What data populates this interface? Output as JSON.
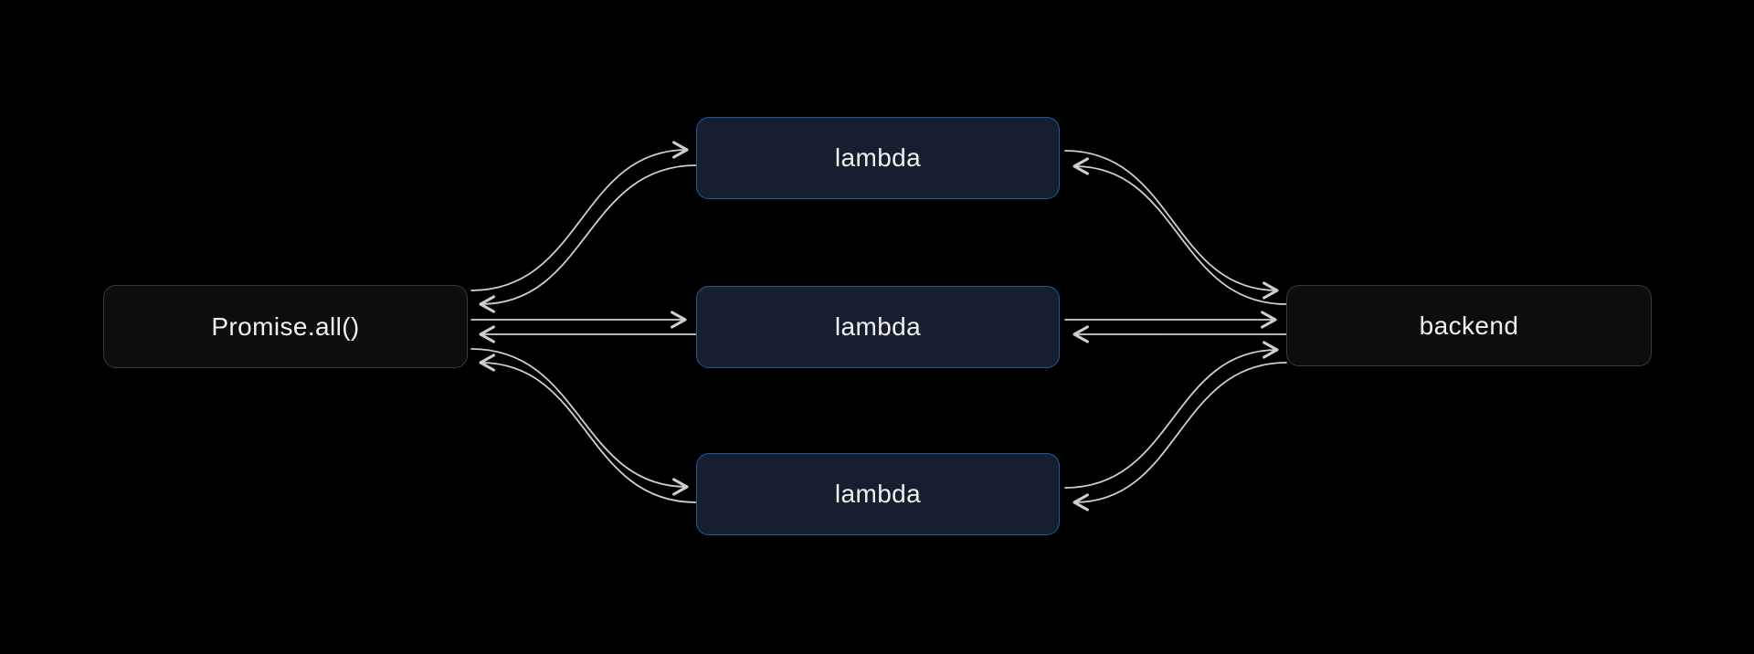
{
  "diagram": {
    "nodes": {
      "promise": {
        "label": "Promise.all()"
      },
      "lambda_top": {
        "label": "lambda"
      },
      "lambda_middle": {
        "label": "lambda"
      },
      "lambda_bottom": {
        "label": "lambda"
      },
      "backend": {
        "label": "backend"
      }
    },
    "edges": [
      {
        "from": "Promise.all()",
        "to": "lambda (top)",
        "direction": "bidirectional"
      },
      {
        "from": "Promise.all()",
        "to": "lambda (middle)",
        "direction": "bidirectional"
      },
      {
        "from": "Promise.all()",
        "to": "lambda (bottom)",
        "direction": "bidirectional"
      },
      {
        "from": "lambda (top)",
        "to": "backend",
        "direction": "bidirectional"
      },
      {
        "from": "lambda (middle)",
        "to": "backend",
        "direction": "bidirectional"
      },
      {
        "from": "lambda (bottom)",
        "to": "backend",
        "direction": "bidirectional"
      }
    ],
    "colors": {
      "background": "#000000",
      "arrow": "#cfcfcf",
      "node_fill": "#0d0d0f",
      "node_border": "#37393e",
      "lambda_fill": "#151f30",
      "lambda_border": "#235a94",
      "text": "#f0f0f0"
    }
  }
}
